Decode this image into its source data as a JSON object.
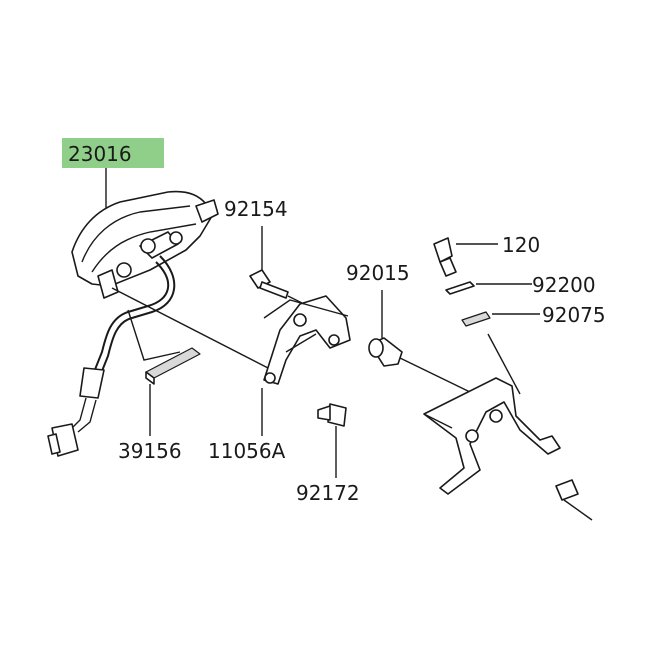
{
  "highlight_color": "#8fcf8a",
  "parts": {
    "tail_light": {
      "number": "23016",
      "highlighted": true
    },
    "cushion": {
      "number": "39156"
    },
    "bracket": {
      "number": "11056A"
    },
    "bolt_upper": {
      "number": "92154"
    },
    "screw_lower": {
      "number": "92172"
    },
    "collar": {
      "number": "92015"
    },
    "bulb": {
      "number": "120"
    },
    "washer": {
      "number": "92200"
    },
    "grommet": {
      "number": "92075"
    }
  }
}
